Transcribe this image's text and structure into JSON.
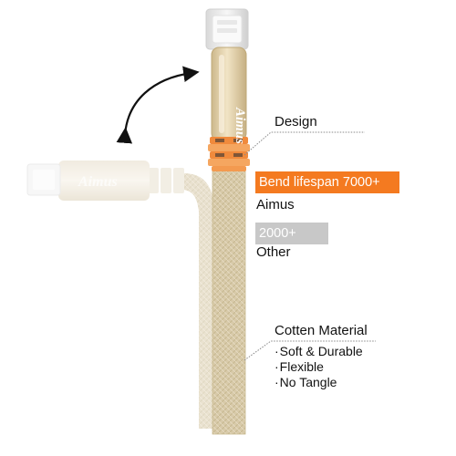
{
  "labels": {
    "design": "Design",
    "bend_lifespan": "Bend lifespan 7000+",
    "aimus": "Aimus",
    "other_value": "2000+",
    "other": "Other",
    "material_title": "Cotten Material",
    "features": [
      "Soft & Durable",
      "Flexible",
      "No Tangle"
    ]
  },
  "logo_text": "Aimus",
  "colors": {
    "accent_orange": "#f47a20",
    "gray_bar": "#c8c8c8",
    "cable_gold": "#d6c7a8",
    "connector_metal": "#ececec",
    "housing_gold": "#e8d7b2"
  },
  "icons": {
    "bend_arrow": "curved-double-arrow-icon"
  }
}
